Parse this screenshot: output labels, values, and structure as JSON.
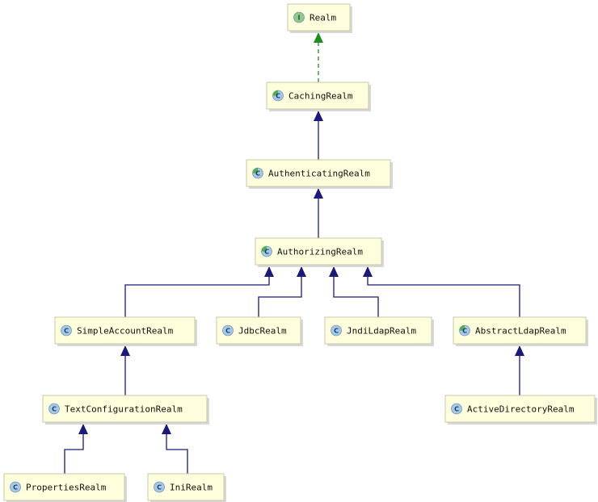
{
  "colors": {
    "node_fill": "#ffffdd",
    "node_border": "#c8c8a8",
    "extends_edge": "#1a1a7a",
    "implements_edge": "#1f8f1f",
    "interface_icon": "#8fc98f",
    "class_icon": "#a6c8e8",
    "abstract_icon_accent": "#4caf50"
  },
  "nodes": {
    "realm": {
      "label": "Realm",
      "kind": "interface",
      "icon_letter": "I",
      "icon": "interface-icon"
    },
    "caching_realm": {
      "label": "CachingRealm",
      "kind": "abstract",
      "icon_letter": "C",
      "icon": "abstract-class-icon"
    },
    "authenticating_realm": {
      "label": "AuthenticatingRealm",
      "kind": "abstract",
      "icon_letter": "C",
      "icon": "abstract-class-icon"
    },
    "authorizing_realm": {
      "label": "AuthorizingRealm",
      "kind": "abstract",
      "icon_letter": "C",
      "icon": "abstract-class-icon"
    },
    "simple_account_realm": {
      "label": "SimpleAccountRealm",
      "kind": "class",
      "icon_letter": "C",
      "icon": "class-icon"
    },
    "jdbc_realm": {
      "label": "JdbcRealm",
      "kind": "class",
      "icon_letter": "C",
      "icon": "class-icon"
    },
    "jndi_ldap_realm": {
      "label": "JndiLdapRealm",
      "kind": "class",
      "icon_letter": "C",
      "icon": "class-icon"
    },
    "abstract_ldap_realm": {
      "label": "AbstractLdapRealm",
      "kind": "abstract",
      "icon_letter": "C",
      "icon": "abstract-class-icon"
    },
    "text_configuration_realm": {
      "label": "TextConfigurationRealm",
      "kind": "class",
      "icon_letter": "C",
      "icon": "class-icon"
    },
    "active_directory_realm": {
      "label": "ActiveDirectoryRealm",
      "kind": "class",
      "icon_letter": "C",
      "icon": "class-icon"
    },
    "properties_realm": {
      "label": "PropertiesRealm",
      "kind": "class",
      "icon_letter": "C",
      "icon": "class-icon"
    },
    "ini_realm": {
      "label": "IniRealm",
      "kind": "class",
      "icon_letter": "C",
      "icon": "class-icon"
    }
  },
  "edges": [
    {
      "from": "caching_realm",
      "to": "realm",
      "type": "implements"
    },
    {
      "from": "authenticating_realm",
      "to": "caching_realm",
      "type": "extends"
    },
    {
      "from": "authorizing_realm",
      "to": "authenticating_realm",
      "type": "extends"
    },
    {
      "from": "simple_account_realm",
      "to": "authorizing_realm",
      "type": "extends"
    },
    {
      "from": "jdbc_realm",
      "to": "authorizing_realm",
      "type": "extends"
    },
    {
      "from": "jndi_ldap_realm",
      "to": "authorizing_realm",
      "type": "extends"
    },
    {
      "from": "abstract_ldap_realm",
      "to": "authorizing_realm",
      "type": "extends"
    },
    {
      "from": "text_configuration_realm",
      "to": "simple_account_realm",
      "type": "extends"
    },
    {
      "from": "active_directory_realm",
      "to": "abstract_ldap_realm",
      "type": "extends"
    },
    {
      "from": "properties_realm",
      "to": "text_configuration_realm",
      "type": "extends"
    },
    {
      "from": "ini_realm",
      "to": "text_configuration_realm",
      "type": "extends"
    }
  ]
}
